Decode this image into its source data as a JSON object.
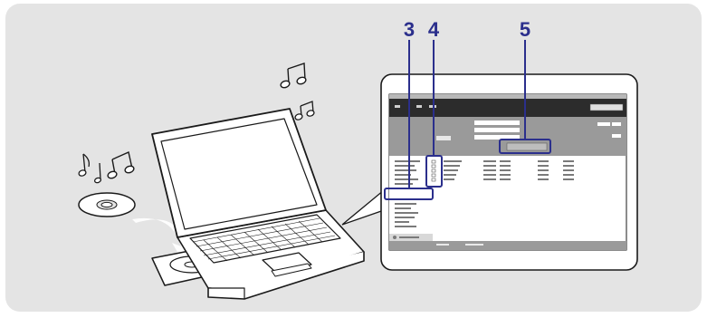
{
  "callouts": [
    {
      "label": "3"
    },
    {
      "label": "4"
    },
    {
      "label": "5"
    }
  ],
  "colors": {
    "panel_background": "#e4e4e4",
    "callout_accent": "#2b2f8c",
    "outline": "#1a1a1a",
    "screen_frame": "#ffffff"
  },
  "icons": [
    "music-note-icon",
    "cd-disc-icon",
    "laptop-icon",
    "computer-screen-zoom-icon"
  ]
}
